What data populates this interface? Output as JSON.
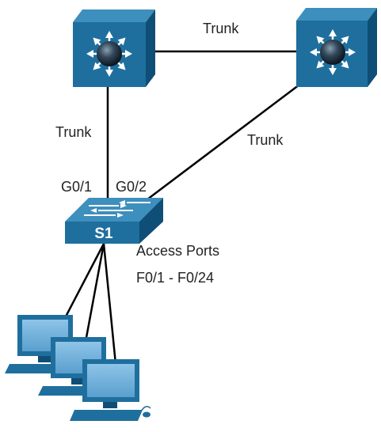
{
  "links": {
    "top_trunk": "Trunk",
    "left_trunk": "Trunk",
    "right_trunk": "Trunk"
  },
  "ports": {
    "left": "G0/1",
    "right": "G0/2"
  },
  "switch": {
    "name": "S1"
  },
  "access": {
    "title": "Access Ports",
    "range": "F0/1 - F0/24"
  },
  "devices": {
    "multilayer_switches": [
      "multilayer-switch-icon",
      "multilayer-switch-icon"
    ],
    "pcs": [
      "pc-icon",
      "pc-icon",
      "pc-icon"
    ]
  },
  "colors": {
    "device_blue": "#1f6f9e",
    "device_dark": "#0f4e76",
    "device_light": "#3d8fbd",
    "line": "#000000"
  }
}
